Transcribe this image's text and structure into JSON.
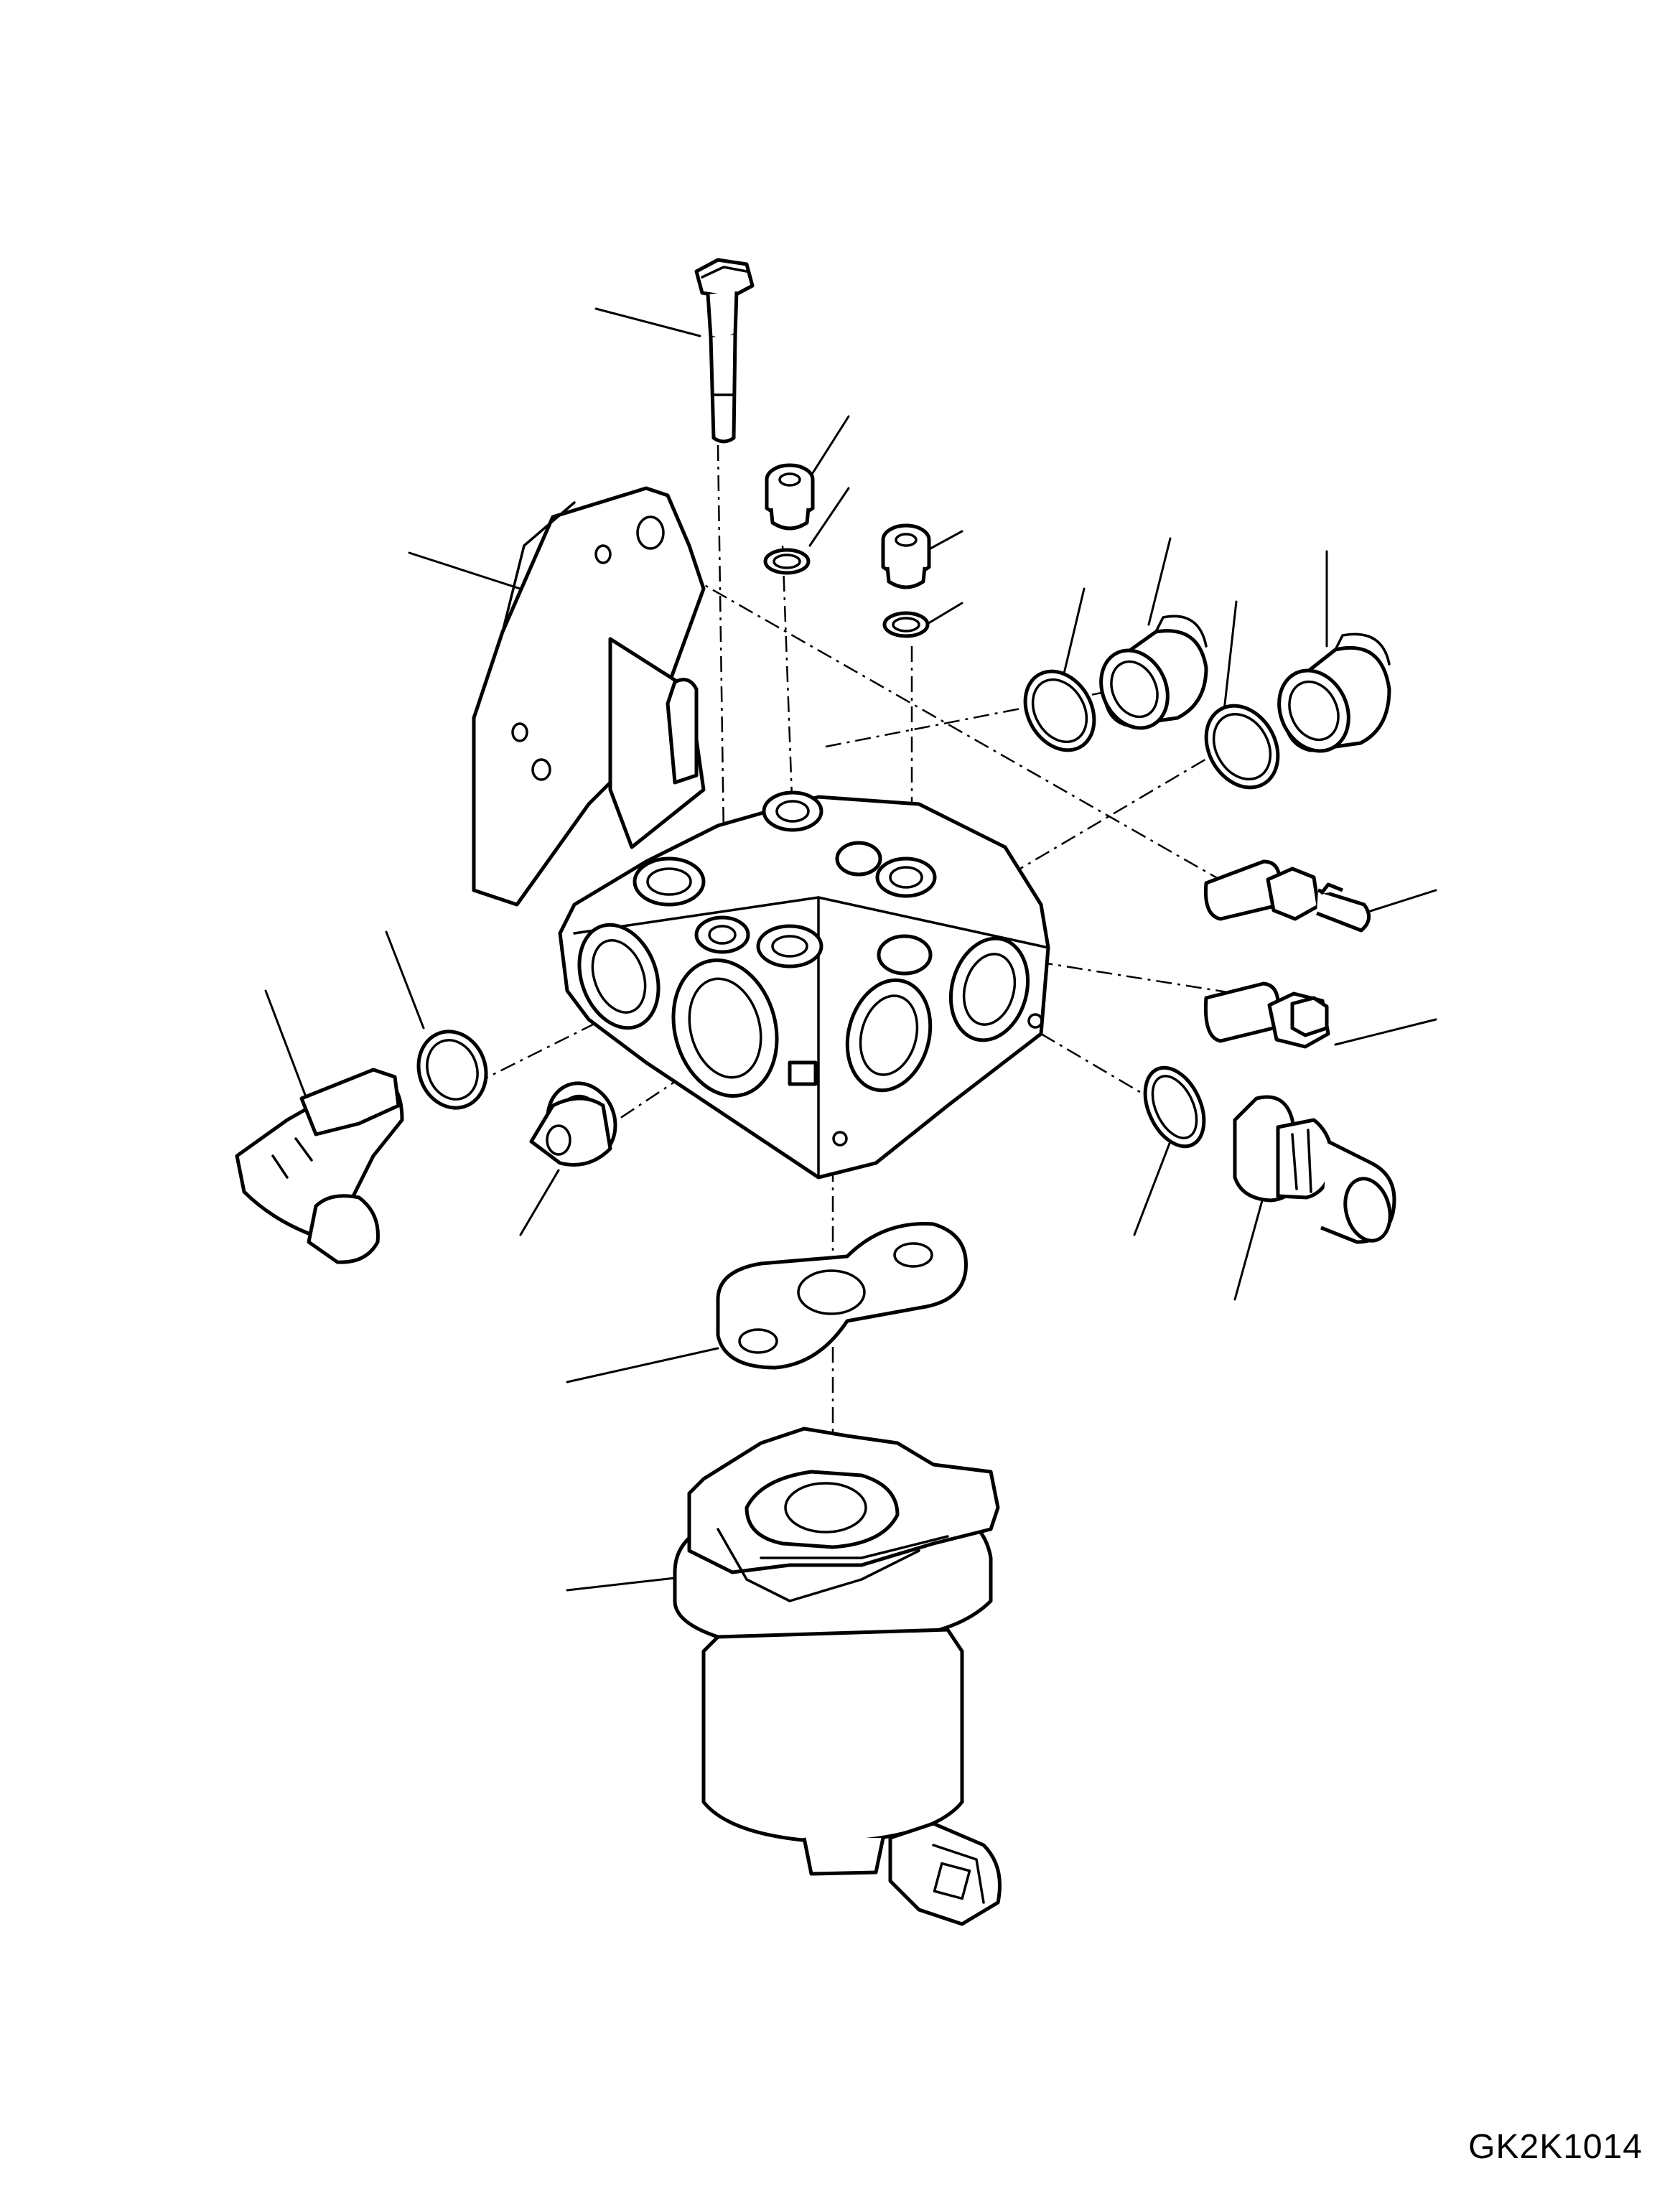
{
  "drawing": {
    "code": "GK2K1014"
  },
  "parts": [
    {
      "name": "bolt",
      "icon": "bolt-icon"
    },
    {
      "name": "bracket",
      "icon": "bracket-icon"
    },
    {
      "name": "plug-small-1",
      "icon": "plug-icon"
    },
    {
      "name": "washer-small-1",
      "icon": "washer-icon"
    },
    {
      "name": "plug-small-2",
      "icon": "plug-icon"
    },
    {
      "name": "washer-small-2",
      "icon": "washer-icon"
    },
    {
      "name": "o-ring-1",
      "icon": "o-ring-icon"
    },
    {
      "name": "plug-large-1",
      "icon": "plug-icon"
    },
    {
      "name": "o-ring-2",
      "icon": "o-ring-icon"
    },
    {
      "name": "plug-large-2",
      "icon": "plug-icon"
    },
    {
      "name": "valve-body",
      "icon": "valve-body-icon"
    },
    {
      "name": "stud-bolt",
      "icon": "stud-icon"
    },
    {
      "name": "hex-plug",
      "icon": "hex-plug-icon"
    },
    {
      "name": "o-ring-3",
      "icon": "o-ring-icon"
    },
    {
      "name": "elbow-fitting",
      "icon": "elbow-fitting-icon"
    },
    {
      "name": "orifice-plug",
      "icon": "plug-icon"
    },
    {
      "name": "o-ring-4",
      "icon": "o-ring-icon"
    },
    {
      "name": "straight-connector",
      "icon": "connector-icon"
    },
    {
      "name": "gasket",
      "icon": "gasket-icon"
    },
    {
      "name": "solenoid",
      "icon": "solenoid-icon"
    }
  ]
}
